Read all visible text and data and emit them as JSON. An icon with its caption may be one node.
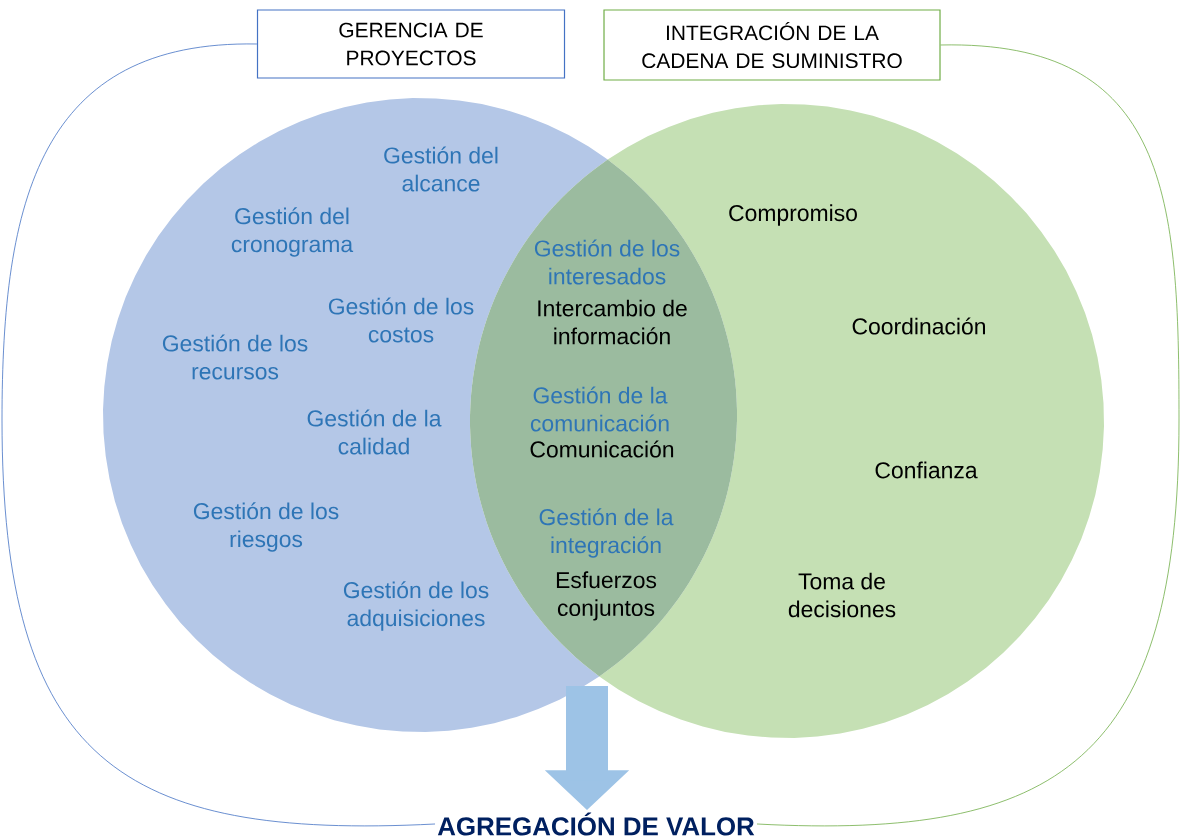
{
  "diagram": {
    "nodes": [
      {
        "text": [
          "GERENCIA DE PROYECTOS"
        ]
      },
      {
        "text": [
          "INTEGRACIÓN DE LA CADENA DE SUMINISTRO"
        ]
      },
      {
        "text": [],
        "shape": "circle"
      },
      {
        "text": [],
        "shape": "circle"
      },
      {
        "text": [
          "AGREGACIÓN DE VALOR"
        ]
      }
    ],
    "edges": [
      {
        "from": 0,
        "to": 4,
        "arrow": "none",
        "color": "#4472c4"
      },
      {
        "from": 1,
        "to": 4,
        "arrow": "none",
        "color": "#70ad47"
      },
      {
        "from": 2,
        "to": 4,
        "arrow": "to",
        "style": "thick"
      }
    ],
    "labels": [
      "Gestión del alcance",
      "Gestión del cronograma",
      "Compromiso",
      "Gestión de los interesados",
      "Gestión de los costos",
      "Intercambio de información",
      "Coordinación",
      "Gestión de los recursos",
      "Gestión de la calidad",
      "Gestión de la comunicación",
      "Comunicación",
      "Confianza",
      "Gestión de los riesgos",
      "Gestión de la integración",
      "Toma de decisiones",
      "Esfuerzos conjuntos",
      "Gestión de los adquisiciones"
    ]
  }
}
